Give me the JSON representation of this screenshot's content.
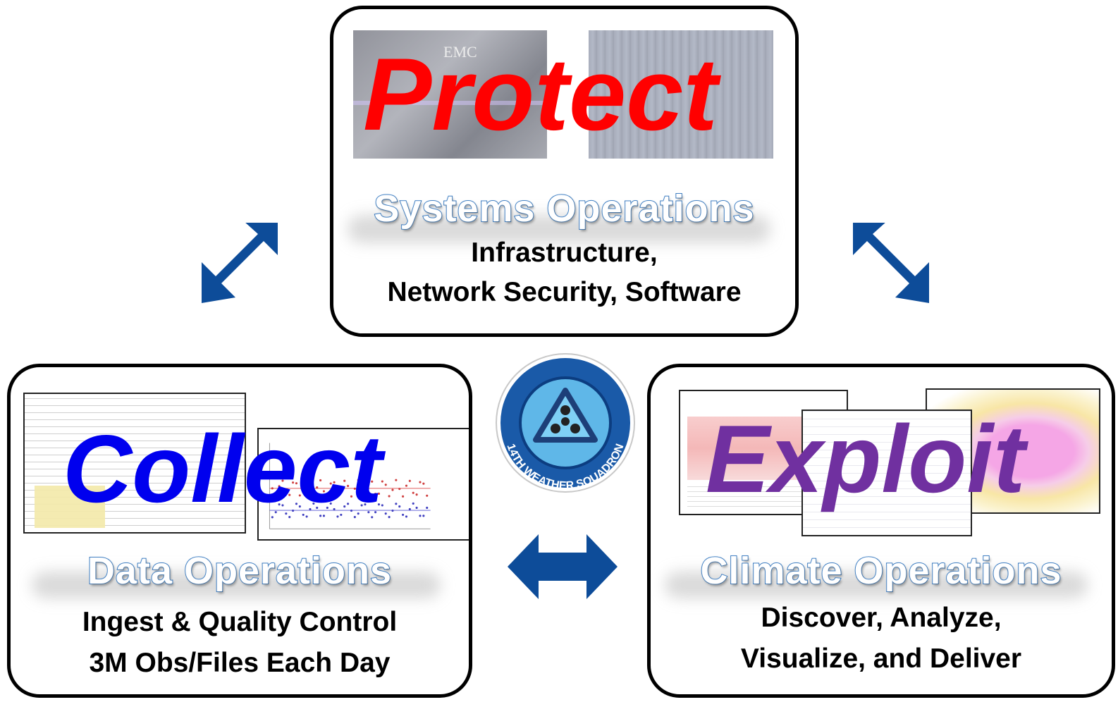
{
  "protect": {
    "title": "Protect",
    "operations": "Systems Operations",
    "desc_line1": "Infrastructure,",
    "desc_line2": "Network Security, Software",
    "title_color": "#ff0000"
  },
  "collect": {
    "title": "Collect",
    "operations": "Data Operations",
    "desc_line1": "Ingest & Quality Control",
    "desc_line2": "3M Obs/Files Each Day",
    "title_color": "#0000ee"
  },
  "exploit": {
    "title": "Exploit",
    "operations": "Climate Operations",
    "desc_line1": "Discover, Analyze,",
    "desc_line2": "Visualize, and Deliver",
    "title_color": "#7030a0"
  },
  "emblem": {
    "text": "14TH WEATHER SQUADRON",
    "colors": {
      "ring": "#1a5aa8",
      "inner": "#5fb7e8",
      "tri": "#1d3f78"
    }
  },
  "arrows": {
    "color": "#0d4c99"
  },
  "icons": [
    "double-arrow-icon",
    "squadron-emblem-icon"
  ]
}
